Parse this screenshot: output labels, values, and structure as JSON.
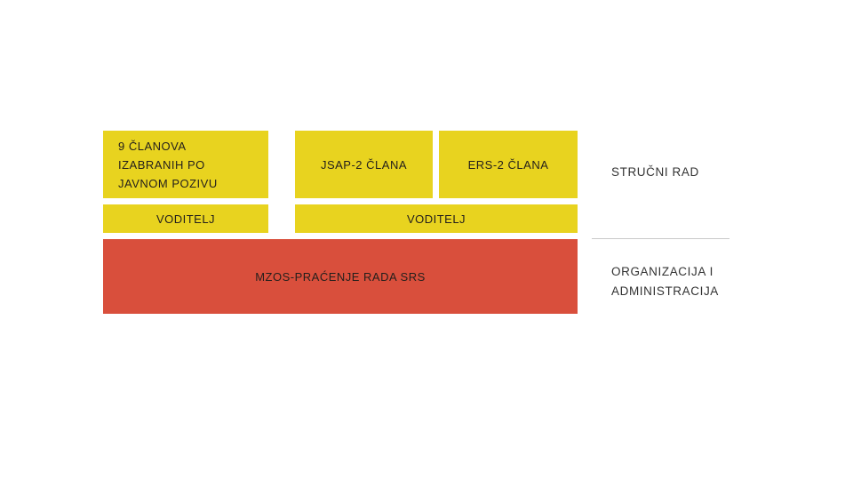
{
  "colors": {
    "background": "#FFFFFF",
    "yellow": "#E8D31F",
    "red": "#D94F3C",
    "text_dark": "#231F1C",
    "text_side": "#333333",
    "line": "#C9C9C9"
  },
  "diagram": {
    "members_box": {
      "label": "9 ČLANOVA IZABRANIH PO JAVNOM POZIVU"
    },
    "jsap_box": {
      "label": "JSAP-2 ČLANA"
    },
    "ers_box": {
      "label": "ERS-2 ČLANA"
    },
    "voditelj_left": {
      "label": "VODITELJ"
    },
    "voditelj_right": {
      "label": "VODITELJ"
    },
    "mzos_box": {
      "label": "MZOS-PRAĆENJE RADA SRS"
    },
    "right_labels": {
      "strucni_rad": "STRUČNI RAD",
      "organizacija": "ORGANIZACIJA I ADMINISTRACIJA"
    }
  }
}
